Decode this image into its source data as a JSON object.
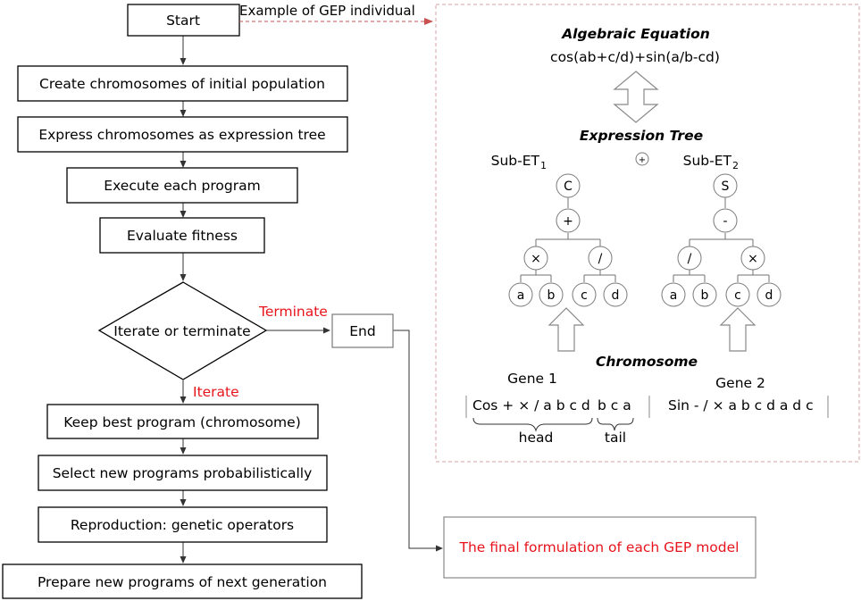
{
  "flowchart": {
    "start": "Start",
    "create": "Create chromosomes of initial population",
    "express": "Express chromosomes as expression tree",
    "execute": "Execute each program",
    "evaluate": "Evaluate fitness",
    "decision": "Iterate or terminate",
    "terminate_label": "Terminate",
    "iterate_label": "Iterate",
    "end": "End",
    "keep": "Keep best program (chromosome)",
    "select": "Select new programs probabilistically",
    "reproduce": "Reproduction: genetic operators",
    "prepare": "Prepare new programs of next generation",
    "final": "The final formulation of each GEP model"
  },
  "example": {
    "caption": "Example of GEP individual",
    "equation_title": "Algebraic Equation",
    "equation": "cos(ab+c/d)+sin(a/b-cd)",
    "tree_title": "Expression Tree",
    "sub1_prefix": "Sub-ET",
    "sub1_index": "1",
    "sub2_prefix": "Sub-ET",
    "sub2_index": "2",
    "plus_symbol": "+",
    "tree1": {
      "root": "C",
      "level1": "+",
      "level2": [
        "×",
        "/"
      ],
      "leaves": [
        "a",
        "b",
        "c",
        "d"
      ]
    },
    "tree2": {
      "root": "S",
      "level1": "-",
      "level2": [
        "/",
        "×"
      ],
      "leaves": [
        "a",
        "b",
        "c",
        "d"
      ]
    },
    "chromosome_title": "Chromosome",
    "gene1_label": "Gene 1",
    "gene2_label": "Gene 2",
    "gene1_head": "Cos + × / a b c d",
    "gene1_tail": "b c a",
    "gene2": "Sin - / × a b c d a d c",
    "head_label": "head",
    "tail_label": "tail"
  },
  "colors": {
    "accent": "#e8141c",
    "dashed_border": "#d4a0a0",
    "arrow_red": "#c85050"
  }
}
